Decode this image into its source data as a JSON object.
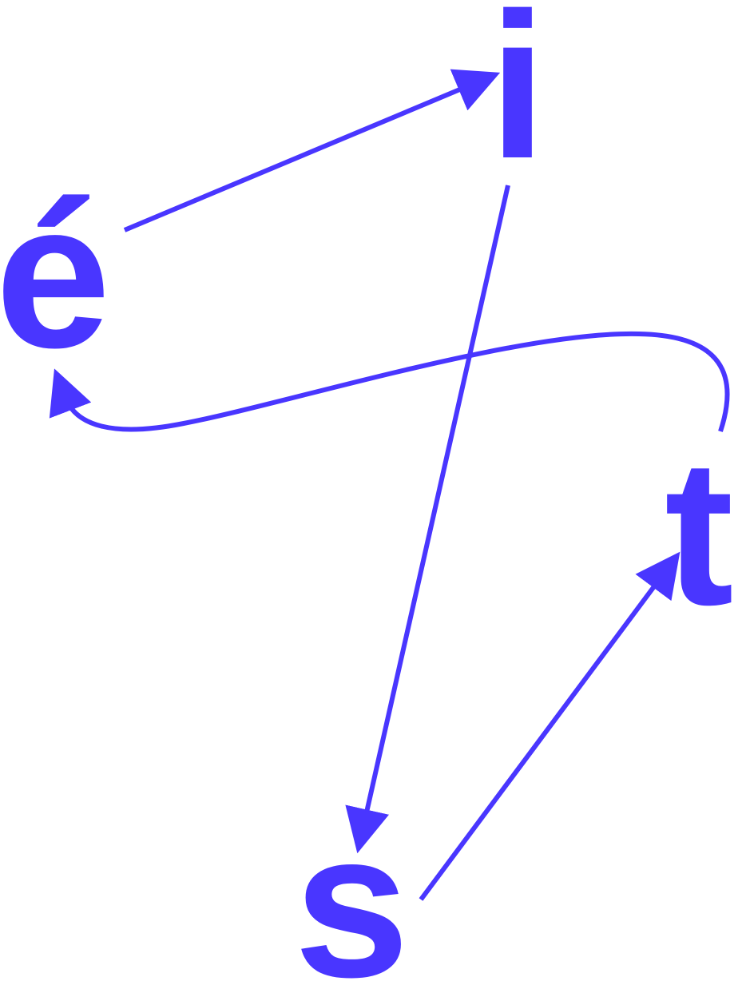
{
  "letters": {
    "e_acute": "é",
    "i": "i",
    "t": "t",
    "s": "s"
  },
  "colors": {
    "ink": "#4936FF",
    "background": "#FFFFFF"
  }
}
